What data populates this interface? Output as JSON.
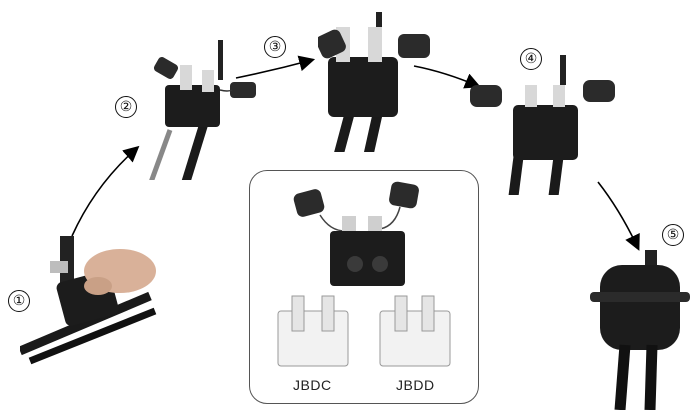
{
  "steps": [
    {
      "number": "①"
    },
    {
      "number": "②"
    },
    {
      "number": "③"
    },
    {
      "number": "④"
    },
    {
      "number": "⑤"
    }
  ],
  "inset": {
    "label_left": "JBDC",
    "label_right": "JBDD"
  },
  "colors": {
    "connector_body": "#1c1c1c",
    "cap": "#2b2b2b",
    "bolt": "#d8d8d8",
    "arrow": "#000000",
    "panel_border": "#555555"
  }
}
